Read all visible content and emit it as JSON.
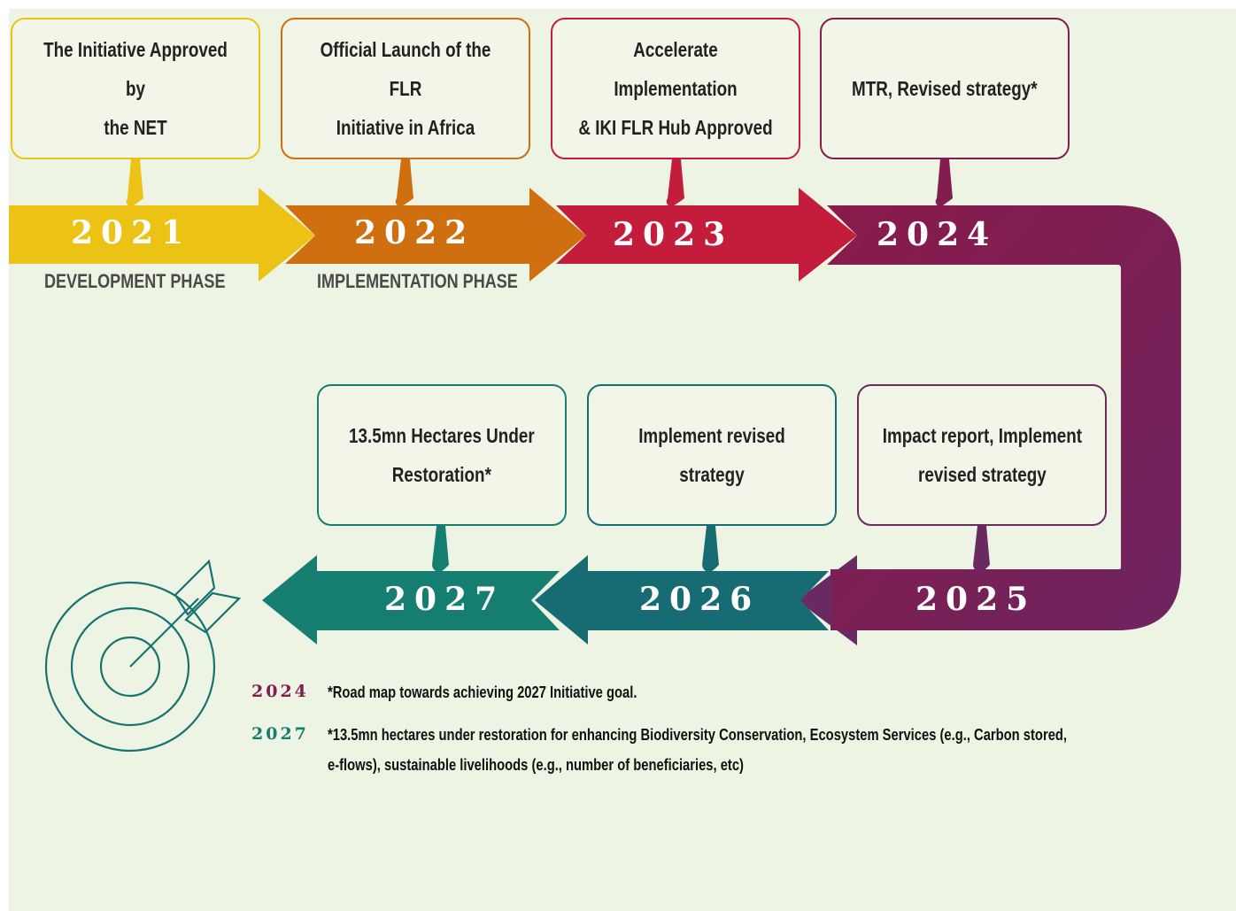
{
  "milestones": [
    {
      "text": "The Initiative  Approved by\nthe NET"
    },
    {
      "text": "Official Launch of the FLR\nInitiative in Africa"
    },
    {
      "text": "Accelerate Implementation\n& IKI FLR Hub Approved"
    },
    {
      "text": "MTR, Revised strategy*"
    },
    {
      "text": "Impact report, Implement\nrevised strategy"
    },
    {
      "text": "Implement revised strategy"
    },
    {
      "text": "13.5mn Hectares Under\nRestoration*"
    }
  ],
  "years": [
    "2021",
    "2022",
    "2023",
    "2024",
    "2025",
    "2026",
    "2027"
  ],
  "phases": {
    "development": "DEVELOPMENT PHASE",
    "implementation": "IMPLEMENTATION PHASE"
  },
  "notes": [
    {
      "year": "2024",
      "text": "*Road map towards achieving 2027 Initiative goal."
    },
    {
      "year": "2027",
      "text": "*13.5mn hectares under restoration for enhancing Biodiversity Conservation, Ecosystem Services (e.g., Carbon stored,",
      "text2": "e-flows), sustainable livelihoods (e.g., number of beneficiaries, etc)"
    }
  ],
  "colors": {
    "y2021": "#ecc214",
    "y2022": "#cf6f0f",
    "y2023": "#c41d3c",
    "y2024": "#831d4f",
    "y2025": "#6a2a61",
    "y2026": "#176c74",
    "y2027": "#167e70",
    "target": "#16736f",
    "background": "#eef4e4"
  },
  "icons": {
    "goal": "target-arrow-icon"
  }
}
